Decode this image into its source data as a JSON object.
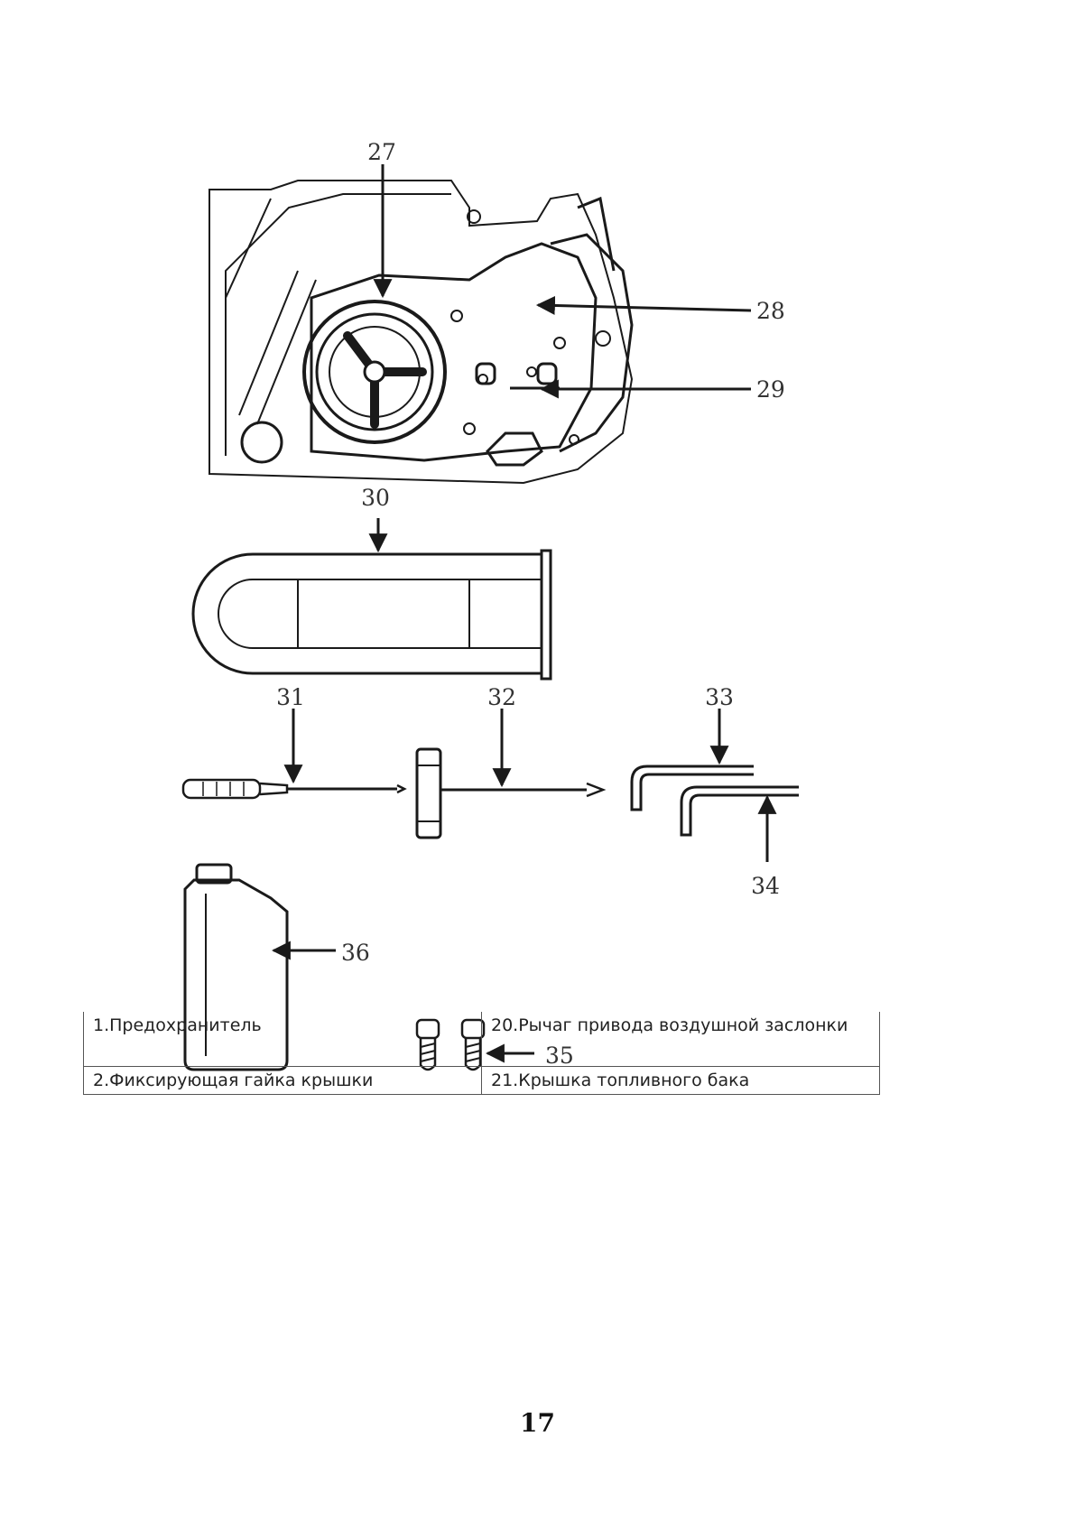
{
  "callouts": {
    "c27": "27",
    "c28": "28",
    "c29": "29",
    "c30": "30",
    "c31": "31",
    "c32": "32",
    "c33": "33",
    "c34": "34",
    "c35": "35",
    "c36": "36"
  },
  "table": {
    "rows": [
      {
        "left": "1.Предохранитель",
        "right": "20.Рычаг привода воздушной заслонки"
      },
      {
        "left": "2.Фиксирующая гайка крышки",
        "right": "21.Крышка топливного бака"
      }
    ]
  },
  "page_number": "17",
  "colors": {
    "ink": "#1a1a1a",
    "paper": "#ffffff"
  }
}
